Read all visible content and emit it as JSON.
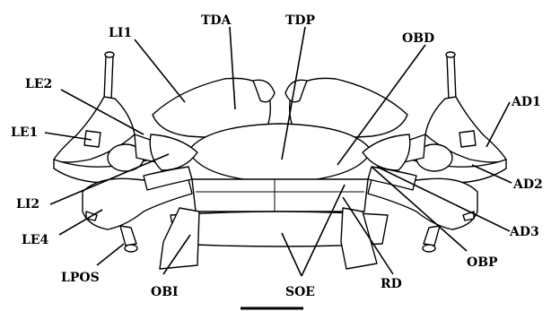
{
  "labels": {
    "LI1": "LI1",
    "TDA": "TDA",
    "TDP": "TDP",
    "OBD": "OBD",
    "LE2": "LE2",
    "AD1": "AD1",
    "LE1": "LE1",
    "AD2": "AD2",
    "LI2": "LI2",
    "AD3": "AD3",
    "LE4": "LE4",
    "OBP": "OBP",
    "LPOS": "LPOS",
    "OBI": "OBI",
    "SOE": "SOE",
    "RD": "RD"
  }
}
